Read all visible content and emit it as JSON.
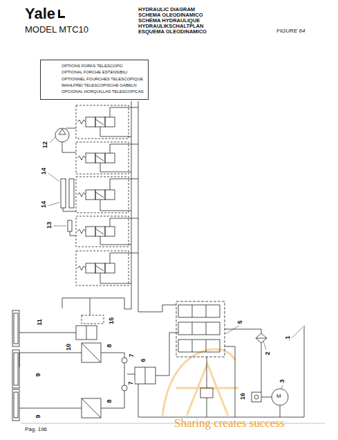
{
  "diagram": {
    "title": "HYDRAULIC DIAGRAM",
    "nodes": [
      {
        "text": [
          "OPTIONS FORKS TELESCOPIC",
          "OPTIONAL FORCHE ESTENSIBILI",
          "OPTIONNEL FOURCHES TELESCOPIQUE",
          "WAHLFREI TELESCOPISCHE GABELN",
          "OPCIONAL HORQUILLAS TELESCOPICAS"
        ]
      }
    ],
    "labels": [
      "Yale",
      "MODEL MTC10",
      "SCHEMA OLEODINAMICO",
      "SCHÉMA HYDRAULIQUE",
      "HYDRAULIKSCHALTPLAN",
      "ESQUEMA OLEODINAMICO",
      "FIGURE 64",
      "12",
      "14",
      "14",
      "13",
      "15",
      "11",
      "10",
      "9",
      "8",
      "7",
      "6",
      "9",
      "8",
      "7",
      "5",
      "2",
      "1",
      "3",
      "16",
      "M",
      "Pag. 196",
      "Sharing creates success"
    ]
  }
}
